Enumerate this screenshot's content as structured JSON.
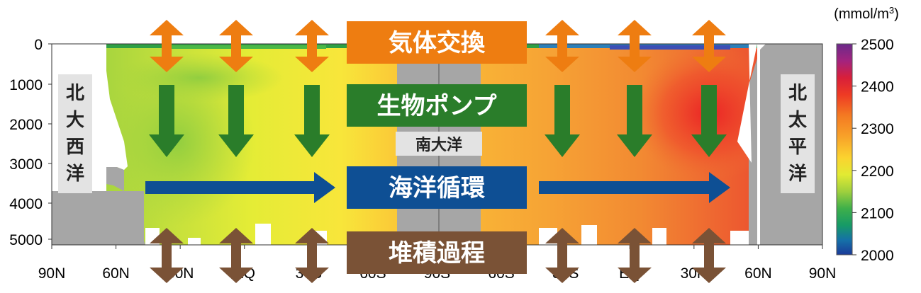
{
  "diagram": {
    "unit_label": "(mmol/m",
    "unit_sup": "3",
    "unit_close": ")",
    "y_ticks": [
      "0",
      "1000",
      "2000",
      "3000",
      "4000",
      "5000"
    ],
    "x_ticks": [
      "90N",
      "60N",
      "30N",
      "EQ",
      "30S",
      "60S",
      "90S",
      "60S",
      "30S",
      "EQ",
      "30N",
      "60N",
      "90N"
    ],
    "colorbar_ticks": [
      "2500",
      "2400",
      "2300",
      "2200",
      "2100",
      "2000"
    ],
    "labels": {
      "gas_exchange": "気体交換",
      "bio_pump": "生物ポンプ",
      "circulation": "海洋循環",
      "sedimentation": "堆積過程",
      "north_atlantic": [
        "北",
        "大",
        "西",
        "洋"
      ],
      "north_pacific": [
        "北",
        "太",
        "平",
        "洋"
      ],
      "southern_ocean": "南大洋"
    },
    "colors": {
      "gas_exchange": "#ee7d11",
      "bio_pump": "#2a7d2a",
      "circulation": "#0e4f94",
      "sedimentation": "#7a5236",
      "land": "#a6a6a6"
    }
  }
}
